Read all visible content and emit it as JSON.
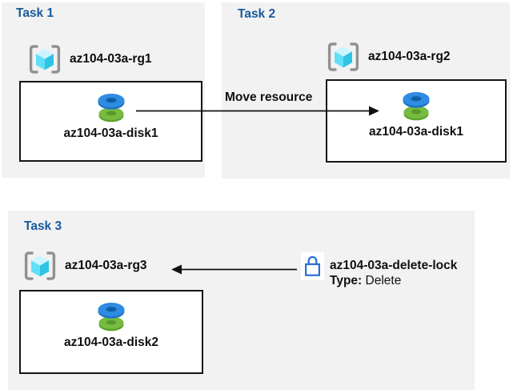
{
  "colors": {
    "panel_bg": "#f2f2f2",
    "task_title_blue": "#175a9c",
    "box_border": "#151515",
    "arrow": "#111111",
    "lock_blue": "#2b6ed3",
    "disk_blue_top": "#2f8ce2",
    "disk_blue_rim": "#1d72c4",
    "disk_blue_hole": "#0e5fa4",
    "disk_green_top": "#77bb41",
    "disk_green_rim": "#5da32f",
    "disk_green_hole": "#55992b",
    "cube_top": "#cdf4ff",
    "cube_left": "#61dff8",
    "cube_right": "#2fc3e4",
    "bracket_gray": "#919191"
  },
  "task1": {
    "title": "Task 1",
    "rg_name": "az104-03a-rg1",
    "resource_name": "az104-03a-disk1"
  },
  "task2": {
    "title": "Task 2",
    "rg_name": "az104-03a-rg2",
    "resource_name": "az104-03a-disk1"
  },
  "task3": {
    "title": "Task 3",
    "rg_name": "az104-03a-rg3",
    "resource_name": "az104-03a-disk2"
  },
  "move_label": "Move resource",
  "lock": {
    "name": "az104-03a-delete-lock",
    "type_label": "Type:",
    "type_value": "Delete"
  },
  "icons": {
    "resource_group": "resource-group-icon",
    "disk": "disk-icon",
    "lock": "lock-icon",
    "move_arrow": "arrow-right-icon",
    "lock_arrow": "arrow-left-icon"
  }
}
